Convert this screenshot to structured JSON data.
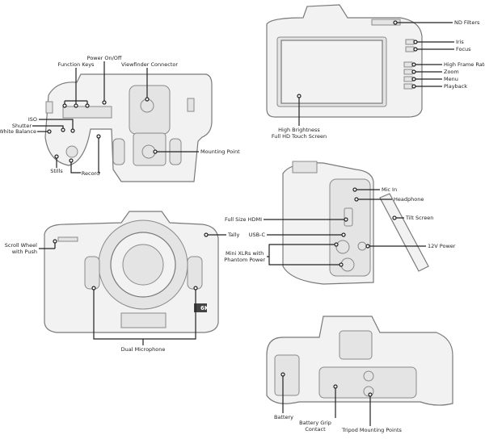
{
  "top_view": {
    "function_keys": "Function Keys",
    "power": "Power On/Off",
    "viewfinder": "Viewfinder Connector",
    "iso": "ISO",
    "shutter": "Shutter",
    "white_balance": "White Balance",
    "stills": "Stills",
    "record": "Record",
    "mounting_point": "Mounting Point"
  },
  "rear_view": {
    "nd_filters": "ND Filters",
    "iris": "Iris",
    "focus": "Focus",
    "high_frame_rate": "High Frame Rate",
    "zoom": "Zoom",
    "menu": "Menu",
    "playback": "Playback",
    "screen_line1": "High Brightness",
    "screen_line2": "Full HD Touch Screen"
  },
  "front_view": {
    "scroll_line1": "Scroll Wheel",
    "scroll_line2": "with Push",
    "tally": "Tally",
    "dual_mic": "Dual Microphone",
    "badge": "6K"
  },
  "side_view": {
    "mic_in": "Mic In",
    "headphone": "Headphone",
    "hdmi": "Full Size HDMI",
    "tilt_screen": "Tilt Screen",
    "usbc": "USB-C",
    "power_12v": "12V Power",
    "xlr_line1": "Mini XLRs with",
    "xlr_line2": "Phantom Power"
  },
  "bottom_view": {
    "battery": "Battery",
    "grip_line1": "Battery Grip",
    "grip_line2": "Contact",
    "tripod": "Tripod Mounting Points"
  }
}
